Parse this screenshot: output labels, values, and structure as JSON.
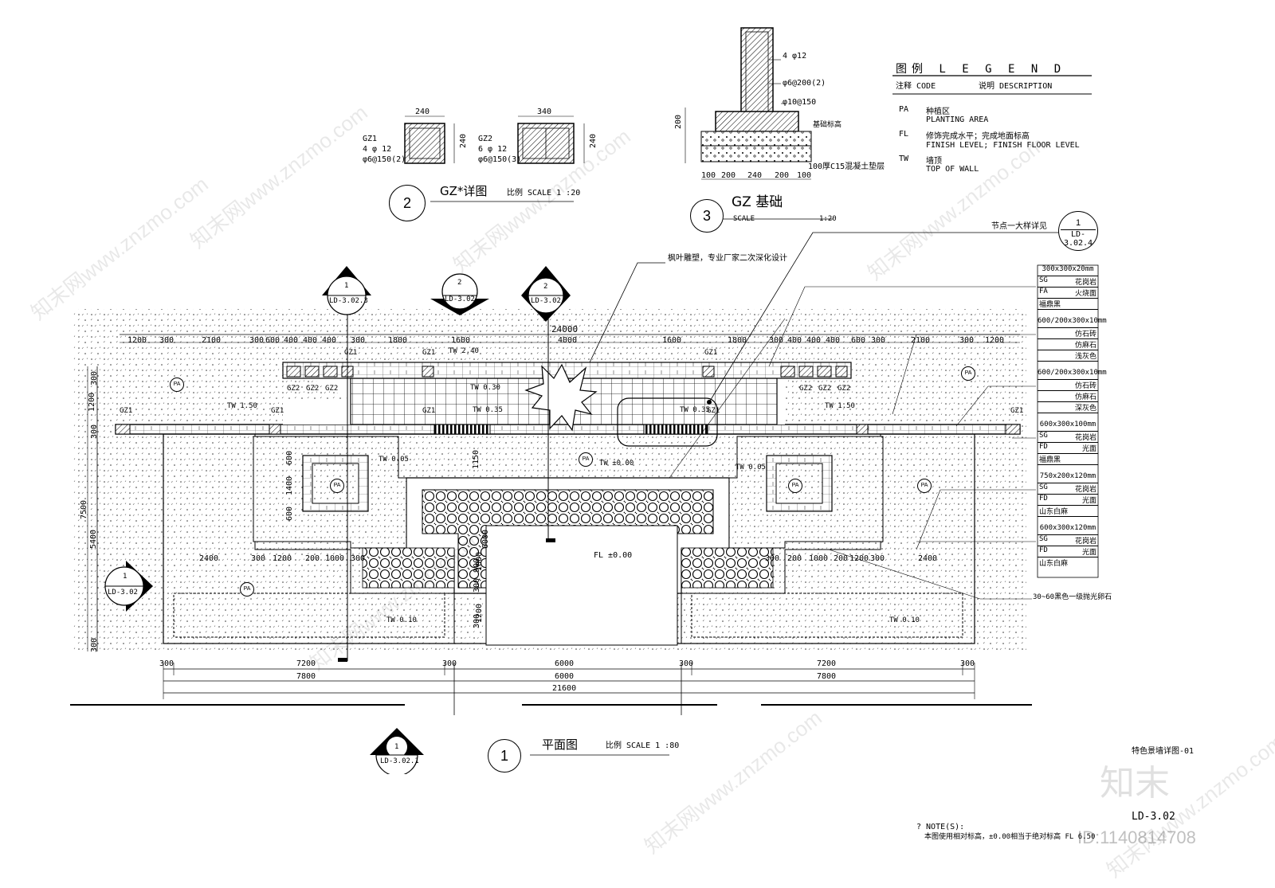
{
  "legend": {
    "title": "图例  L E G E N D",
    "code_header": "注释 CODE",
    "desc_header": "说明  DESCRIPTION",
    "items": [
      {
        "code": "PA",
        "cn": "种植区",
        "en": "PLANTING AREA"
      },
      {
        "code": "FL",
        "cn": "修饰完成水平；完成地面标高",
        "en": "FINISH LEVEL; FINISH FLOOR LEVEL"
      },
      {
        "code": "TW",
        "cn": "墙顶",
        "en": "TOP OF WALL"
      }
    ]
  },
  "detail2": {
    "number": "2",
    "title": "GZ*详图",
    "scale": "比例 SCALE 1 :20",
    "gz1": {
      "name": "GZ1",
      "rebar1": "4 φ 12",
      "rebar2": "φ6@150(2)",
      "width": "240",
      "height": "240"
    },
    "gz2": {
      "name": "GZ2",
      "rebar1": "6 φ 12",
      "rebar2": "φ6@150(3)",
      "width": "340",
      "height": "240"
    }
  },
  "detail3": {
    "number": "3",
    "title": "GZ 基础",
    "scale_label": "SCALE",
    "scale_value": "1:20",
    "rebar_top": "4 φ12",
    "rebar_mid": "φ6@200(2)",
    "rebar_low": "φ10@150",
    "height": "200",
    "base_note": "100厚C15混凝土垫层",
    "base_label": "基础标高",
    "dims": [
      "100",
      "200",
      "240",
      "200",
      "100"
    ]
  },
  "callouts": {
    "node_ref": "节点一大样详见",
    "node_num": "1",
    "node_sheet": "LD-3.02.4",
    "sculpture": "枫叶雕塑，专业厂家二次深化设计",
    "pebble": "30~60黑色一级抛光卵石"
  },
  "materials": [
    {
      "size": "300x300x20mm",
      "rows": [
        [
          "SG",
          "花岗岩"
        ],
        [
          "FA",
          "火烧面"
        ],
        [
          "福鼎黑",
          ""
        ]
      ]
    },
    {
      "size": "600/200x300x10mm",
      "rows": [
        [
          "",
          "仿石砖"
        ],
        [
          "",
          "仿麻石"
        ],
        [
          "",
          "浅灰色"
        ]
      ]
    },
    {
      "size": "600/200x300x10mm",
      "rows": [
        [
          "",
          "仿石砖"
        ],
        [
          "",
          "仿麻石"
        ],
        [
          "",
          "深灰色"
        ]
      ]
    },
    {
      "size": "600x300x100mm",
      "rows": [
        [
          "SG",
          "花岗岩"
        ],
        [
          "FD",
          "光面"
        ],
        [
          "福鼎黑",
          ""
        ]
      ]
    },
    {
      "size": "750x200x120mm",
      "rows": [
        [
          "SG",
          "花岗岩"
        ],
        [
          "FD",
          "光面"
        ],
        [
          "山东白麻",
          ""
        ]
      ]
    },
    {
      "size": "600x300x120mm",
      "rows": [
        [
          "SG",
          "花岗岩"
        ],
        [
          "FD",
          "光面"
        ],
        [
          "山东白麻",
          ""
        ]
      ]
    }
  ],
  "section_markers": [
    {
      "num": "1",
      "sheet": "LD-3.02.3"
    },
    {
      "num": "2",
      "sheet": "LD-3.02."
    },
    {
      "num": "2",
      "sheet": "LD-3.02."
    },
    {
      "num": "1",
      "sheet": "LD-3.02"
    },
    {
      "num": "1",
      "sheet": "LD-3.02.1"
    }
  ],
  "plan": {
    "number": "1",
    "title": "平面图",
    "scale": "比例 SCALE 1 :80",
    "top_dims": [
      "1200",
      "300",
      "2100",
      "300",
      "600",
      "400",
      "400",
      "400",
      "300",
      "1800",
      "1600",
      "4000",
      "1600",
      "1800",
      "300",
      "400",
      "400",
      "400",
      "600",
      "300",
      "2100",
      "300",
      "1200"
    ],
    "top_total": "24000",
    "bottom_dims_1": [
      "300",
      "7200",
      "300",
      "6000",
      "300",
      "7200",
      "300"
    ],
    "bottom_dims_2": [
      "7800",
      "6000",
      "7800"
    ],
    "bottom_total": "21600",
    "left_dims": [
      "300",
      "1200",
      "300",
      "7500",
      "5400",
      "300"
    ],
    "mid_row_dims": [
      "2400",
      "300",
      "1200",
      "200",
      "1000",
      "300",
      "300",
      "200",
      "1000",
      "200",
      "1200",
      "300",
      "2400"
    ],
    "inner_dims": [
      "600",
      "1400",
      "600",
      "300",
      "1000",
      "900",
      "300",
      "1200",
      "6000",
      "1150"
    ],
    "levels": [
      "TW 2.40",
      "TW 0.30",
      "TW 0.35",
      "TW 1.50",
      "TW 0.35",
      "TW 1.50",
      "TW 0.05",
      "TW ±0.00",
      "TW 0.05",
      "TW 0.10",
      "TW 0.10",
      "FL ±0.00"
    ],
    "labels": [
      "GZ1",
      "GZ1",
      "GZ1",
      "GZ1",
      "GZ1",
      "GZ1",
      "GZ1",
      "GZ1",
      "GZ2",
      "GZ2",
      "GZ2",
      "GZ2",
      "GZ2",
      "GZ2"
    ],
    "pa": "PA"
  },
  "title_block": {
    "name": "特色景墙详图-01",
    "sheet": "LD-3.02",
    "logo": "知末",
    "id": "ID:1140814708"
  },
  "notes": {
    "heading": "?  NOTE(S):",
    "text": "本图使用相对标高，±0.00相当于绝对标高 FL 6.50"
  },
  "watermark": "知末网www.znzmo.com"
}
